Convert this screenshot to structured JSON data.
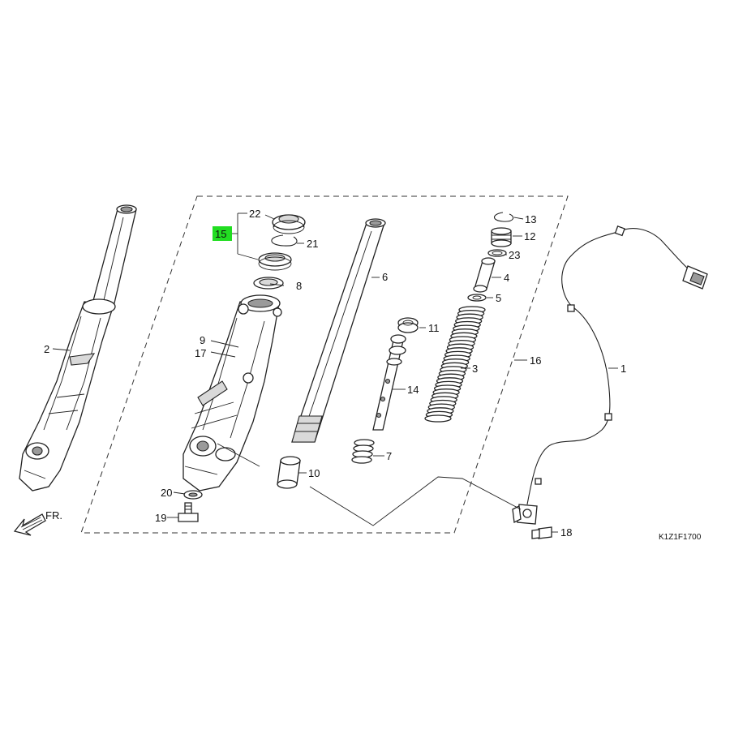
{
  "diagram_code": "K1Z1F1700",
  "front_arrow_label": "FR.",
  "highlight_color": "#22dd22",
  "callouts": {
    "c1": "1",
    "c2": "2",
    "c3": "3",
    "c4": "4",
    "c5": "5",
    "c6": "6",
    "c7": "7",
    "c8": "8",
    "c9": "9",
    "c10": "10",
    "c11": "11",
    "c12": "12",
    "c13": "13",
    "c14": "14",
    "c15": "15",
    "c16": "16",
    "c17": "17",
    "c18": "18",
    "c19": "19",
    "c20": "20",
    "c21": "21",
    "c22": "22",
    "c23": "23"
  }
}
